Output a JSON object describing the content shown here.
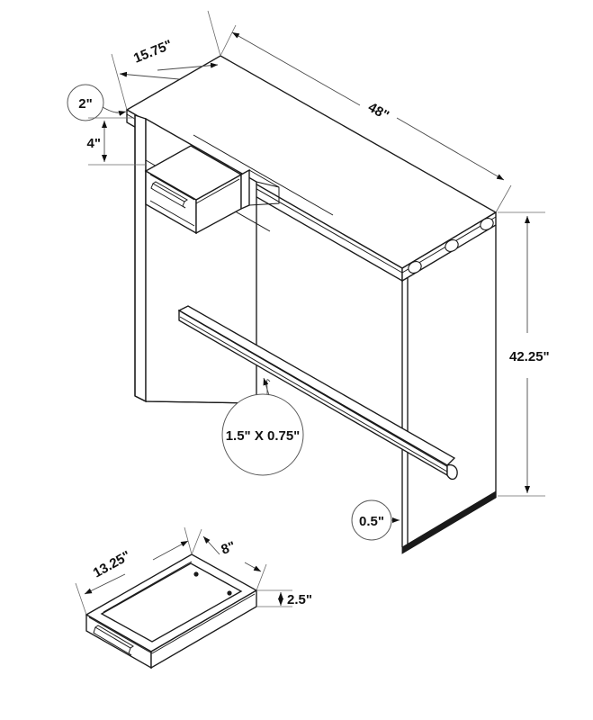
{
  "document": {
    "type": "technical-assembly-drawing",
    "subject": "Console / hall table with single drawer and glass side panels",
    "background_color": "#ffffff",
    "line_color": "#1a1a1a",
    "dimension_color": "#4a4a4a",
    "units": "inches"
  },
  "dimensions": {
    "depth": "15.75\"",
    "top_thickness": "2\"",
    "apron_drop": "4\"",
    "length": "48\"",
    "height": "42.25\"",
    "stretcher_profile": "1.5\" X 0.75\"",
    "panel_thickness": "0.5\""
  },
  "drawer_detail": {
    "width": "13.25\"",
    "depth": "8\"",
    "height": "2.5\""
  },
  "callouts": [
    {
      "id": "top-thickness",
      "label": "2\""
    },
    {
      "id": "stretcher-profile",
      "label": "1.5\" X 0.75\""
    },
    {
      "id": "panel-thickness",
      "label": "0.5\""
    }
  ],
  "linear_dimensions": [
    {
      "id": "depth",
      "label": "15.75\""
    },
    {
      "id": "apron-drop",
      "label": "4\""
    },
    {
      "id": "length",
      "label": "48\""
    },
    {
      "id": "height",
      "label": "42.25\""
    },
    {
      "id": "drawer-width",
      "label": "13.25\""
    },
    {
      "id": "drawer-depth",
      "label": "8\""
    },
    {
      "id": "drawer-height",
      "label": "2.5\""
    }
  ]
}
